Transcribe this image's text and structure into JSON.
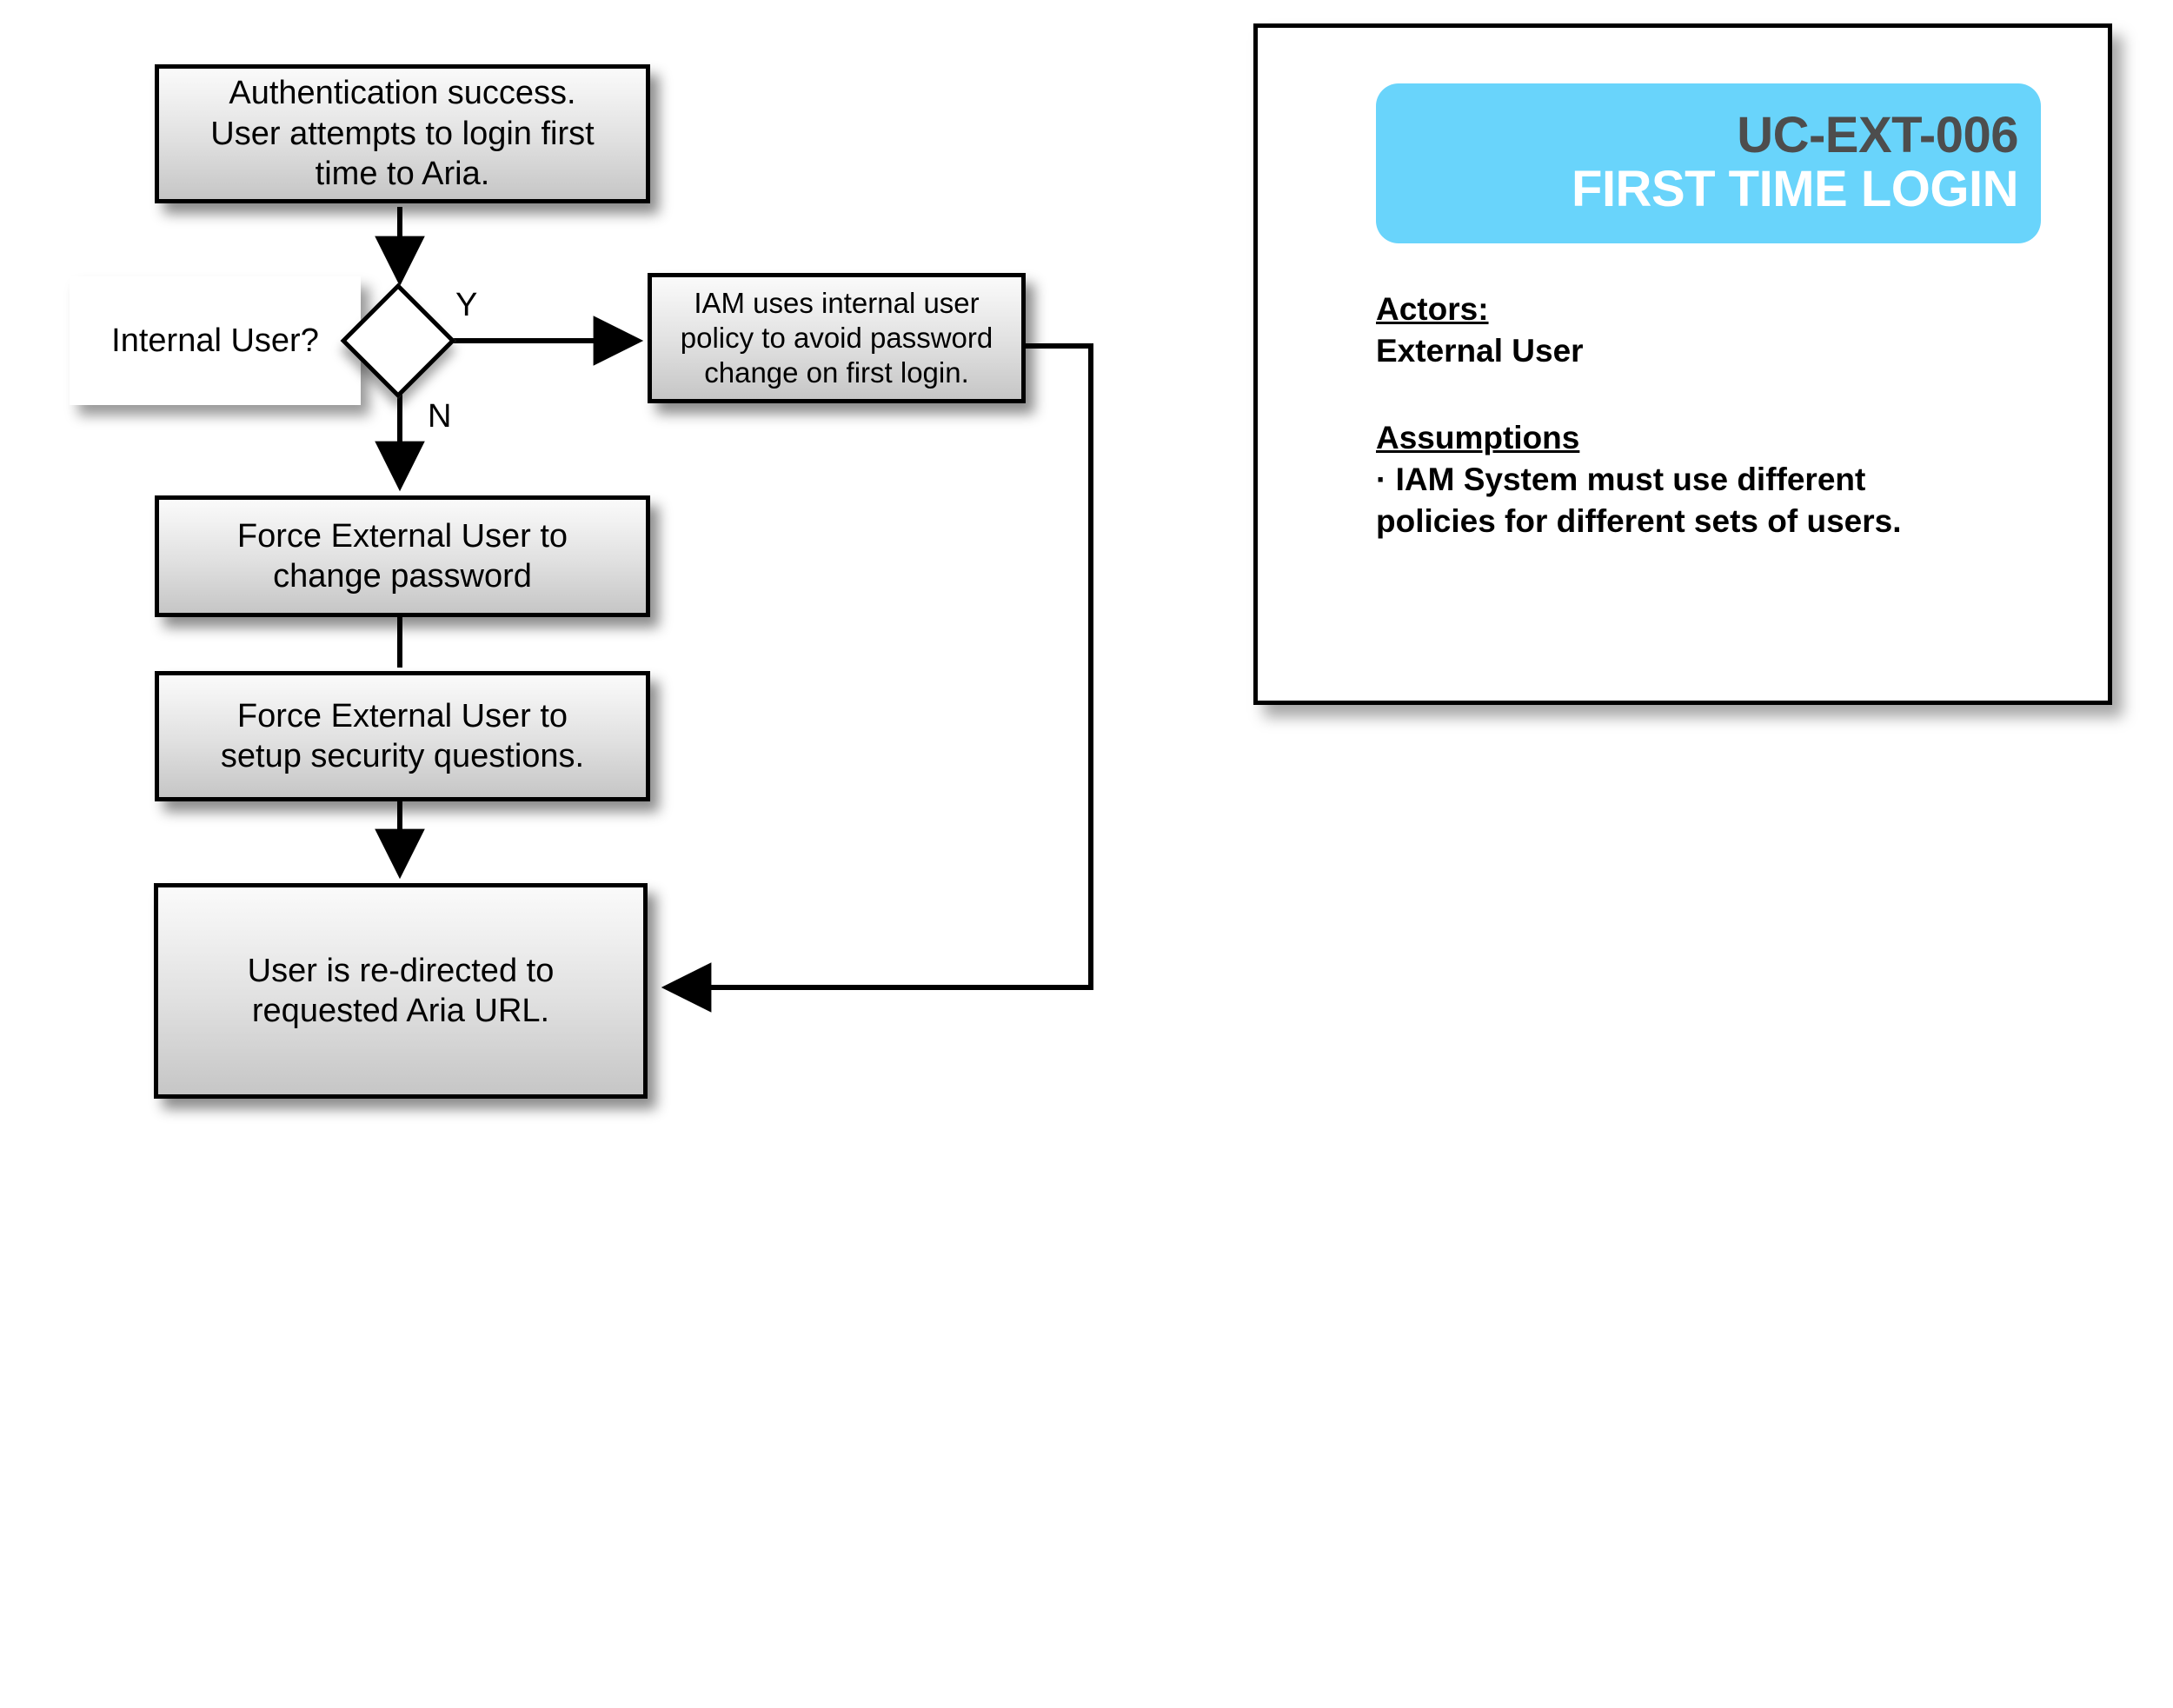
{
  "diagram": {
    "type": "flowchart",
    "nodes": {
      "start": {
        "text": "Authentication success.\nUser attempts to login first\ntime to Aria."
      },
      "decision": {
        "text": "Internal User?"
      },
      "iam": {
        "text": "IAM uses internal user\npolicy to avoid password\nchange on first login."
      },
      "change": {
        "text": "Force External User to\nchange password"
      },
      "setup": {
        "text": "Force External User to\nsetup security questions."
      },
      "redirect": {
        "text": "User is re-directed to\nrequested Aria URL."
      }
    },
    "branch_labels": {
      "yes": "Y",
      "no": "N"
    }
  },
  "info_panel": {
    "banner": {
      "use_case_id": "UC-EXT-006",
      "use_case_title": "FIRST TIME LOGIN",
      "background_color": "#69d4fb",
      "id_color": "#4d4d4d",
      "title_color": "#ffffff"
    },
    "actors_heading": "Actors:",
    "actors_value": "External User",
    "assumptions_heading": "Assumptions",
    "assumptions_items": [
      "· IAM System must use different\npolicies for different sets of users."
    ]
  }
}
